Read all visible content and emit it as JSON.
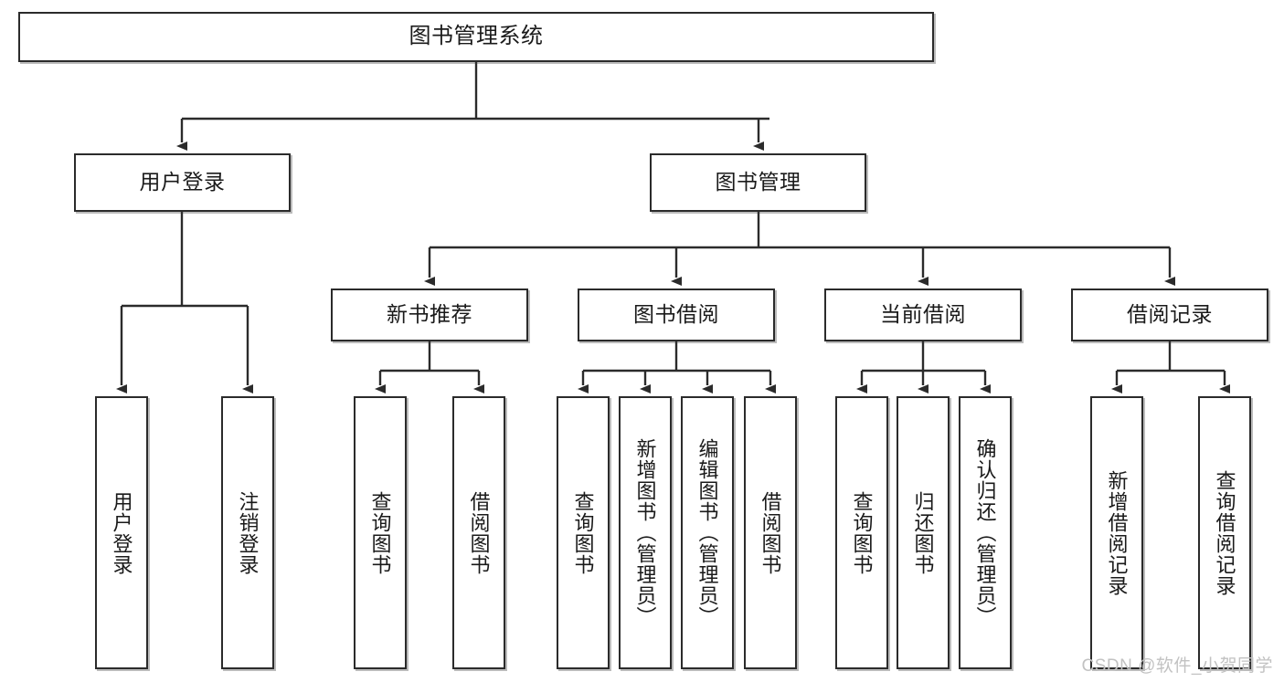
{
  "diagram": {
    "title": "图书管理系统",
    "watermark": "CSDN @软件_小贺同学",
    "type": "tree-hierarchy-diagram",
    "colors": {
      "box_border": "#2b2b2b",
      "box_fill": "#ffffff",
      "connector": "#2b2b2b",
      "text": "#1a1a1a",
      "watermark": "#c2c2c2"
    },
    "root": {
      "label": "图书管理系统"
    },
    "level2": [
      {
        "label": "用户登录"
      },
      {
        "label": "图书管理"
      }
    ],
    "level3": [
      {
        "label": "新书推荐"
      },
      {
        "label": "图书借阅"
      },
      {
        "label": "当前借阅"
      },
      {
        "label": "借阅记录"
      }
    ],
    "leaves": {
      "user_login": [
        {
          "label": "用户登录"
        },
        {
          "label": "注销登录"
        }
      ],
      "new_book_recommend": [
        {
          "label": "查询图书"
        },
        {
          "label": "借阅图书"
        }
      ],
      "book_borrow": [
        {
          "label": "查询图书"
        },
        {
          "label": "新增图书（管理员）"
        },
        {
          "label": "编辑图书（管理员）"
        },
        {
          "label": "借阅图书"
        }
      ],
      "current_borrow": [
        {
          "label": "查询图书"
        },
        {
          "label": "归还图书"
        },
        {
          "label": "确认归还（管理员）"
        }
      ],
      "borrow_records": [
        {
          "label": "新增借阅记录"
        },
        {
          "label": "查询借阅记录"
        }
      ]
    }
  }
}
